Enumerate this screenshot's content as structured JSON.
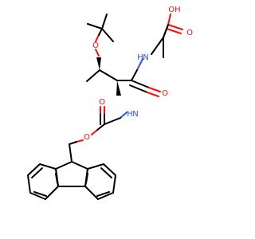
{
  "molecule": {
    "atoms": {
      "carboxyl_oh": "OH",
      "carboxyl_o": "O",
      "alanine_nh": "N",
      "alanine_nh_h": "H",
      "ether_o": "O",
      "amide_o": "O",
      "carbamate_n": "N",
      "carbamate_nh_h": "H",
      "carbamate_o_carbonyl": "O",
      "carbamate_o_ester": "O"
    },
    "colors": {
      "carbon": "#000000",
      "oxygen": "#ff0d0d",
      "nitrogen": "#3050f8"
    }
  }
}
